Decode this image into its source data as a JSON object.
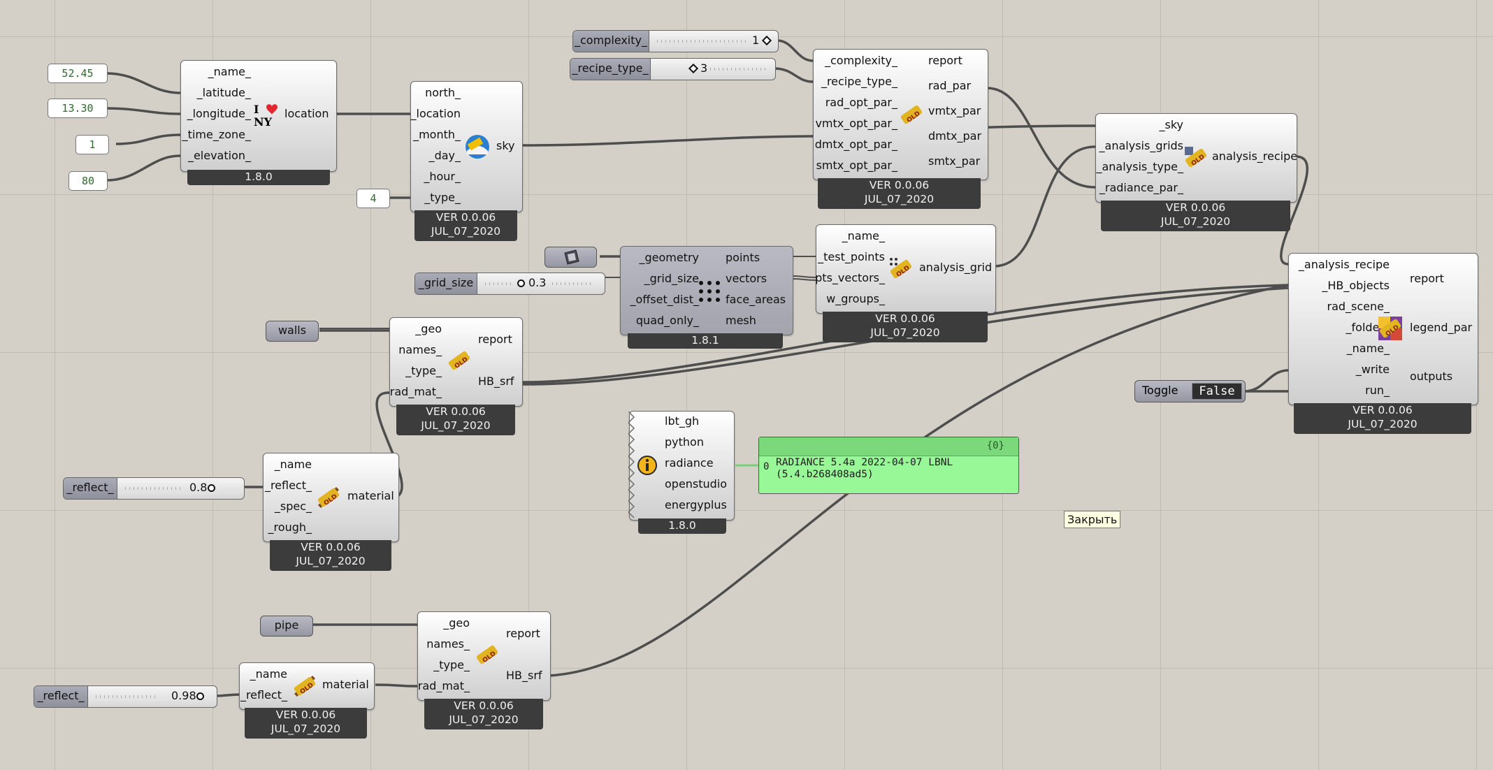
{
  "panels": {
    "latitude_value": "52.45",
    "longitude_value": "13.30",
    "time_zone_value": "1",
    "elevation_value": "80",
    "sky_type_value": "4"
  },
  "sliders": {
    "complexity": {
      "label": "_complexity_",
      "value": "1"
    },
    "recipe_type": {
      "label": "_recipe_type_",
      "value": "3"
    },
    "grid_size": {
      "label": "_grid_size",
      "value": "0.3"
    },
    "reflect_walls": {
      "label": "_reflect_",
      "value": "0.8"
    },
    "reflect_pipe": {
      "label": "_reflect_",
      "value": "0.98"
    }
  },
  "params": {
    "walls": "walls",
    "pipe": "pipe"
  },
  "toggle": {
    "label": "Toggle",
    "value": "False"
  },
  "components": {
    "location": {
      "inputs": [
        "_name_",
        "_latitude_",
        "_longitude_",
        "_time_zone_",
        "_elevation_"
      ],
      "center": "location",
      "icon": "i-love-ny-icon",
      "version": "1.8.0"
    },
    "sky": {
      "inputs": [
        "north_",
        "_location",
        "_month_",
        "_day_",
        "_hour_",
        "_type_"
      ],
      "center": "sky",
      "version": "VER 0.0.06",
      "date": "JUL_07_2020"
    },
    "recipe_par": {
      "inputs": [
        "_complexity_",
        "_recipe_type_",
        "rad_opt_par_",
        "vmtx_opt_par_",
        "dmtx_opt_par_",
        "smtx_opt_par_"
      ],
      "outputs": [
        "report",
        "rad_par",
        "vmtx_par",
        "dmtx_par",
        "smtx_par"
      ],
      "version": "VER 0.0.06",
      "date": "JUL_07_2020"
    },
    "analysis_recipe": {
      "inputs": [
        "_sky",
        "_analysis_grids",
        "_analysis_type_",
        "_radiance_par_"
      ],
      "center": "analysis_recipe",
      "version": "VER 0.0.06",
      "date": "JUL_07_2020"
    },
    "grid_generator": {
      "inputs": [
        "_geometry",
        "_grid_size",
        "_offset_dist_",
        "quad_only_"
      ],
      "outputs": [
        "points",
        "vectors",
        "face_areas",
        "mesh"
      ],
      "version": "1.8.1"
    },
    "analysis_grid": {
      "inputs": [
        "_name_",
        "_test_points",
        "pts_vectors_",
        "w_groups_"
      ],
      "center": "analysis_grid",
      "version": "VER 0.0.06",
      "date": "JUL_07_2020"
    },
    "run_analysis": {
      "inputs": [
        "_analysis_recipe",
        "_HB_objects",
        "rad_scene_",
        "_folder_",
        "_name_",
        "_write",
        "run_"
      ],
      "outputs": [
        "report",
        "legend_par",
        "outputs"
      ],
      "version": "VER 0.0.06",
      "date": "JUL_07_2020"
    },
    "hb_srf_walls": {
      "inputs": [
        "_geo",
        "names_",
        "_type_",
        "rad_mat_"
      ],
      "outputs": [
        "report",
        "HB_srf"
      ],
      "version": "VER 0.0.06",
      "date": "JUL_07_2020"
    },
    "material_walls": {
      "inputs": [
        "_name",
        "_reflect_",
        "_spec_",
        "_rough_"
      ],
      "center": "material",
      "version": "VER 0.0.06",
      "date": "JUL_07_2020"
    },
    "versioner": {
      "outputs": [
        "lbt_gh",
        "python",
        "radiance",
        "openstudio",
        "energyplus"
      ],
      "version": "1.8.0"
    },
    "hb_srf_pipe": {
      "inputs": [
        "_geo",
        "names_",
        "_type_",
        "rad_mat_"
      ],
      "outputs": [
        "report",
        "HB_srf"
      ],
      "version": "VER 0.0.06",
      "date": "JUL_07_2020"
    },
    "material_pipe": {
      "inputs": [
        "_name",
        "_reflect_"
      ],
      "center": "material",
      "version": "VER 0.0.06",
      "date": "JUL_07_2020"
    }
  },
  "output_panel": {
    "path": "{0}",
    "index": "0",
    "line1": "RADIANCE 5.4a 2022-04-07 LBNL",
    "line2": "(5.4.b268408ad5)"
  },
  "tooltip": "Закрыть",
  "colors": {
    "canvas": "#d4d0c8",
    "panel_green": "#98f898",
    "wire": "#4e4e4e"
  }
}
